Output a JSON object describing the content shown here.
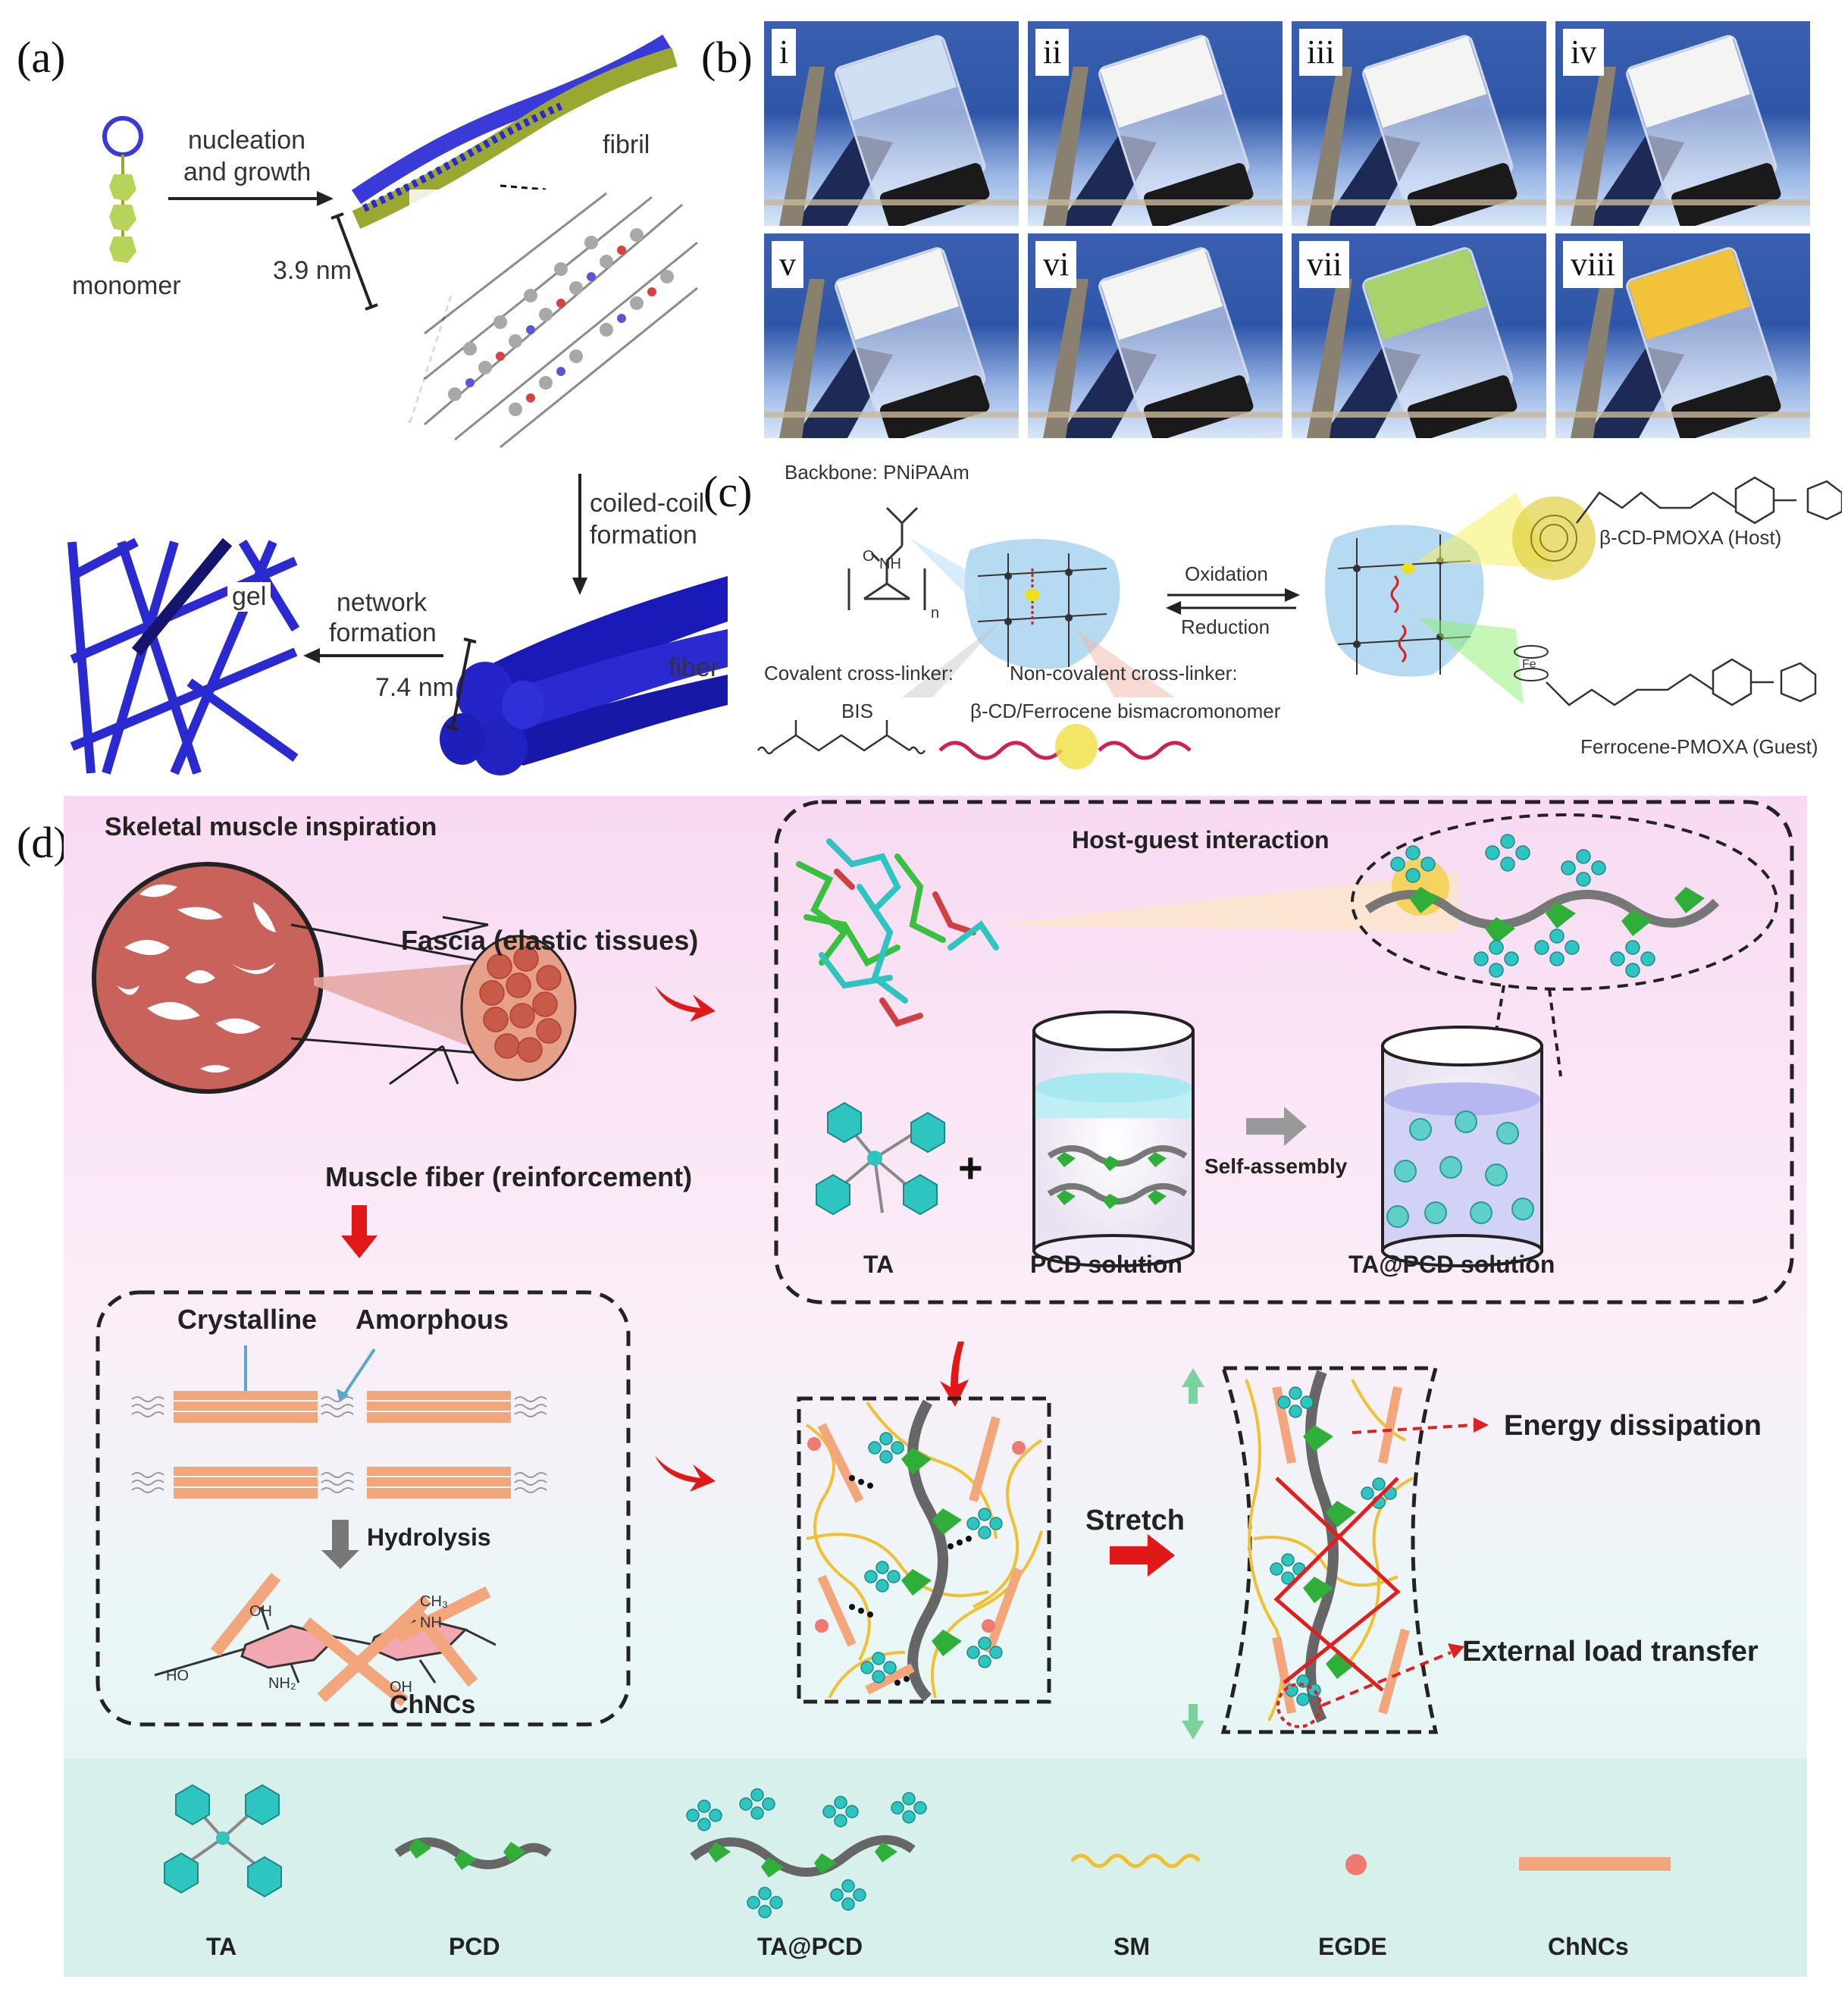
{
  "panel_labels": {
    "a": "(a)",
    "b": "(b)",
    "c": "(c)",
    "d": "(d)"
  },
  "panel_a": {
    "monomer": "monomer",
    "nucleation_line1": "nucleation",
    "nucleation_line2": "and growth",
    "fibril": "fibril",
    "size_fibril": "3.9 nm",
    "coiled_line1": "coiled-coil",
    "coiled_line2": "formation",
    "fiber": "fiber",
    "size_fiber": "7.4 nm",
    "network_line1": "network",
    "network_line2": "formation",
    "gel": "gel"
  },
  "panel_b": {
    "tiles": [
      "i",
      "ii",
      "iii",
      "iv",
      "v",
      "vi",
      "vii",
      "viii"
    ],
    "gel_colors": [
      "#cfe0f2",
      "#f4f4f2",
      "#f4f4f2",
      "#f4f4f2",
      "#f4f4f2",
      "#f4f4f2",
      "#a8d36a",
      "#f2c33a"
    ]
  },
  "panel_c": {
    "backbone": "Backbone: PNiPAAm",
    "covalent": "Covalent cross-linker:",
    "bis": "BIS",
    "noncovalent": "Non-covalent cross-linker:",
    "bismacro": "β-CD/Ferrocene bismacromonomer",
    "oxidation": "Oxidation",
    "reduction": "Reduction",
    "host": "β-CD-PMOXA (Host)",
    "guest": "Ferrocene-PMOXA (Guest)"
  },
  "panel_d": {
    "title": "Skeletal muscle inspiration",
    "fascia": "Fascia (elastic tissues)",
    "muscle_fiber": "Muscle fiber (reinforcement)",
    "crystalline": "Crystalline",
    "amorphous": "Amorphous",
    "hydrolysis": "Hydrolysis",
    "chncs": "ChNCs",
    "host_guest": "Host-guest interaction",
    "ta": "TA",
    "pcd_solution": "PCD solution",
    "self_assembly": "Self-assembly",
    "ta_pcd_solution": "TA@PCD solution",
    "stretch": "Stretch",
    "energy": "Energy dissipation",
    "external": "External load transfer",
    "chem": {
      "oh": "OH",
      "ho": "HO",
      "nh2": "NH₂",
      "ch3": "CH₃",
      "nh": "NH",
      "oh2": "OH"
    }
  },
  "legend": {
    "items": [
      "TA",
      "PCD",
      "TA@PCD",
      "SM",
      "EGDE",
      "ChNCs"
    ]
  },
  "colors": {
    "blue_fiber": "#2a2ad0",
    "green_fibril": "#9aa832",
    "pink_bg": "#f8dcf0",
    "mint_bg": "#dcf2ee",
    "teal": "#2ec4c0",
    "green": "#2fae3a",
    "orange": "#f2a07a",
    "yellow": "#f0c030",
    "red": "#e02020"
  }
}
